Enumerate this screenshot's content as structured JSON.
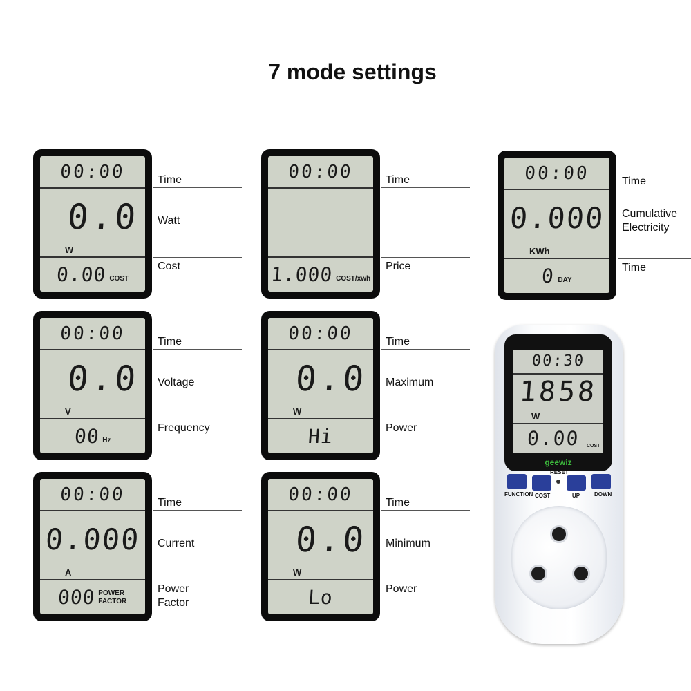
{
  "title": "7 mode settings",
  "panels": [
    {
      "time": "00:00",
      "main": "0.0",
      "unit": "W",
      "bottom": "0.00",
      "bottom_unit": "COST",
      "labels": [
        "Time",
        "Watt",
        "Cost"
      ]
    },
    {
      "time": "00:00",
      "main": "",
      "unit": "",
      "bottom": "1.000",
      "bottom_unit": "COST/xwh",
      "labels": [
        "Time",
        "",
        "Price"
      ]
    },
    {
      "time": "00:00",
      "main": "0.000",
      "unit": "KWh",
      "bottom": "0",
      "bottom_unit": "DAY",
      "labels": [
        "Time",
        "Cumulative Electricity",
        "Time"
      ]
    },
    {
      "time": "00:00",
      "main": "0.0",
      "unit": "V",
      "bottom": "00",
      "bottom_unit": "Hz",
      "labels": [
        "Time",
        "Voltage",
        "Frequency"
      ]
    },
    {
      "time": "00:00",
      "main": "0.0",
      "unit": "W",
      "bottom": "Hi",
      "bottom_unit": "",
      "labels": [
        "Time",
        "Maximum",
        "Power"
      ]
    },
    {
      "time": "00:00",
      "main": "0.000",
      "unit": "A",
      "bottom": "000",
      "bottom_unit": "POWER FACTOR",
      "labels": [
        "Time",
        "Current",
        "Power Factor"
      ]
    },
    {
      "time": "00:00",
      "main": "0.0",
      "unit": "W",
      "bottom": "Lo",
      "bottom_unit": "",
      "labels": [
        "Time",
        "Minimum",
        "Power"
      ]
    }
  ],
  "device": {
    "time": "00:30",
    "main": "1858",
    "unit": "W",
    "bottom": "0.00",
    "bottom_unit": "COST",
    "brand": "geewiz",
    "buttons": [
      "FUNCTION",
      "COST",
      "UP",
      "DOWN"
    ],
    "reset": "RESET",
    "button_color": "#2a3f9a"
  }
}
